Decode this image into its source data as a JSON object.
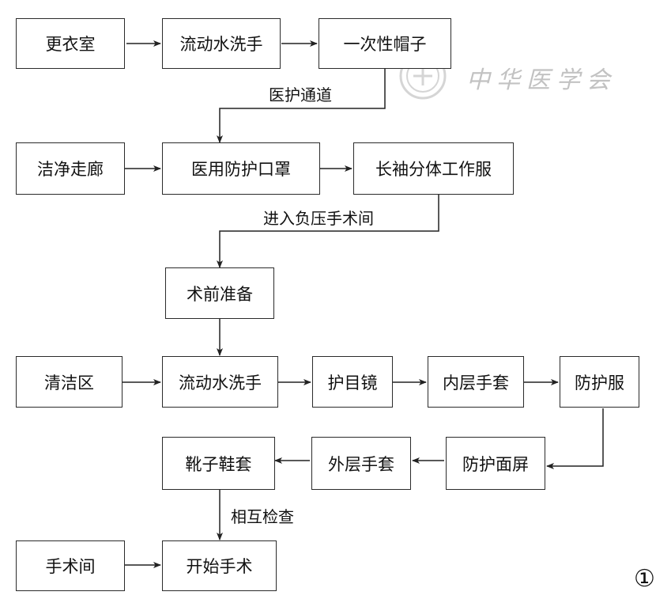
{
  "nodes": {
    "changing_room": "更衣室",
    "hand_wash_1": "流动水洗手",
    "disposable_cap": "一次性帽子",
    "clean_corridor": "洁净走廊",
    "medical_mask": "医用防护口罩",
    "long_sleeve_gown": "长袖分体工作服",
    "pre_op_prep": "术前准备",
    "clean_area": "清洁区",
    "hand_wash_2": "流动水洗手",
    "goggles": "护目镜",
    "inner_gloves": "内层手套",
    "protective_suit": "防护服",
    "face_shield": "防护面屏",
    "outer_gloves": "外层手套",
    "boot_covers": "靴子鞋套",
    "operating_room": "手术间",
    "start_surgery": "开始手术"
  },
  "edge_labels": {
    "medical_channel": "医护通道",
    "enter_negative_pressure_room": "进入负压手术间",
    "mutual_check": "相互检查"
  },
  "figure_number": "①",
  "watermark_text": "中华医学会"
}
